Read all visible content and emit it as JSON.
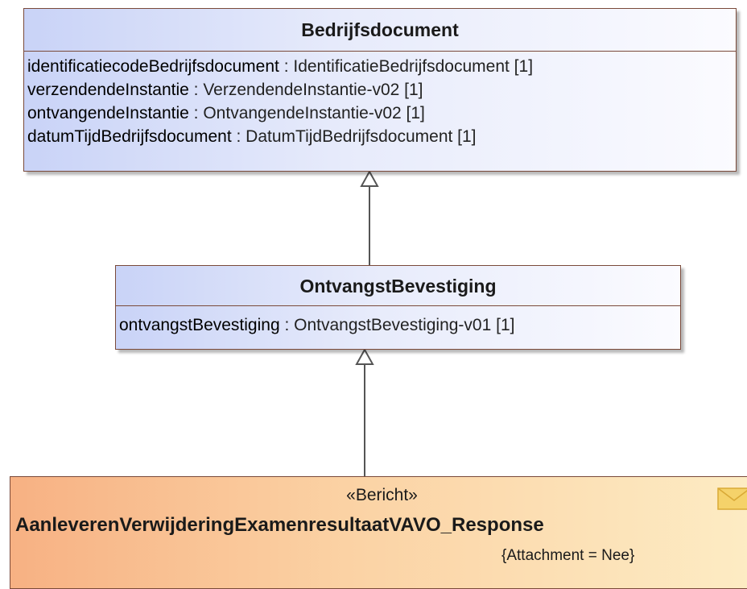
{
  "classes": {
    "bedrijfsdocument": {
      "name": "Bedrijfsdocument",
      "attributes": [
        {
          "name": "identificatiecodeBedrijfsdocument",
          "type": " : IdentificatieBedrijfsdocument [1]"
        },
        {
          "name": "verzendendeInstantie",
          "type": " : VerzendendeInstantie-v02 [1]"
        },
        {
          "name": "ontvangendeInstantie",
          "type": " : OntvangendeInstantie-v02 [1]"
        },
        {
          "name": "datumTijdBedrijfsdocument",
          "type": " : DatumTijdBedrijfsdocument [1]"
        }
      ]
    },
    "ontvangstBevestiging": {
      "name": "OntvangstBevestiging",
      "attributes": [
        {
          "name": "ontvangstBevestiging",
          "type": " : OntvangstBevestiging-v01 [1]"
        }
      ]
    },
    "response": {
      "stereotype": "«Bericht»",
      "name": "AanleverenVerwijderingExamenresultaatVAVO_Response",
      "tagged_value": "{Attachment = Nee}",
      "icon": "envelope-icon"
    }
  },
  "colors": {
    "class_fill_start": "#c9d3f7",
    "class_fill_end": "#fbfbff",
    "message_fill_start": "#f7b183",
    "message_fill_end": "#fdecc4",
    "border": "#7a4a3a",
    "envelope": "#f5d26a"
  }
}
